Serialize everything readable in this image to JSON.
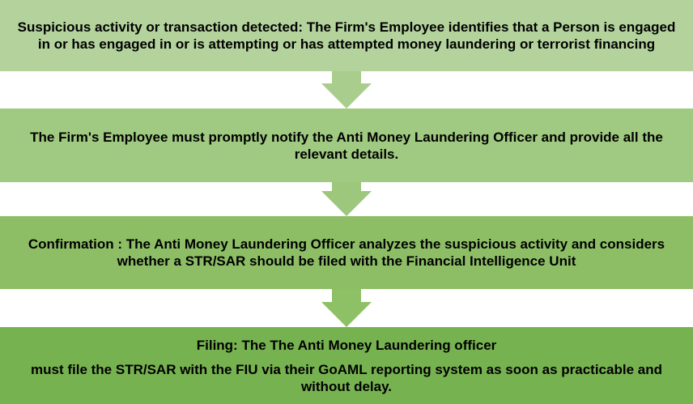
{
  "diagram": {
    "type": "flowchart",
    "topic": "Suspicious transaction reporting process (AML)",
    "text_color": "#000000",
    "background_color": "#ffffff",
    "steps": [
      {
        "text": "Suspicious activity or transaction detected: The Firm's Employee identifies that a Person is engaged in or has engaged in or is attempting or has attempted money laundering or terrorist financing",
        "bg": "#b3d29c"
      },
      {
        "text": "The Firm's Employee must promptly notify the Anti Money Laundering Officer and provide all the relevant details.",
        "bg": "#a0c981"
      },
      {
        "text": "Confirmation : The Anti Money Laundering Officer analyzes the suspicious activity and considers whether a STR/SAR should be filed with the Financial Intelligence Unit",
        "bg": "#8dbe66"
      },
      {
        "text": "Filing: The The Anti Money Laundering officer",
        "text2": "must file the STR/SAR with the FIU via their GoAML reporting system as soon as practicable and without delay.",
        "bg": "#77b250"
      }
    ],
    "arrows": [
      {
        "direction": "down",
        "color": "#a9cd8d"
      },
      {
        "direction": "down",
        "color": "#9cc77c"
      },
      {
        "direction": "down",
        "color": "#8ec166"
      }
    ]
  }
}
